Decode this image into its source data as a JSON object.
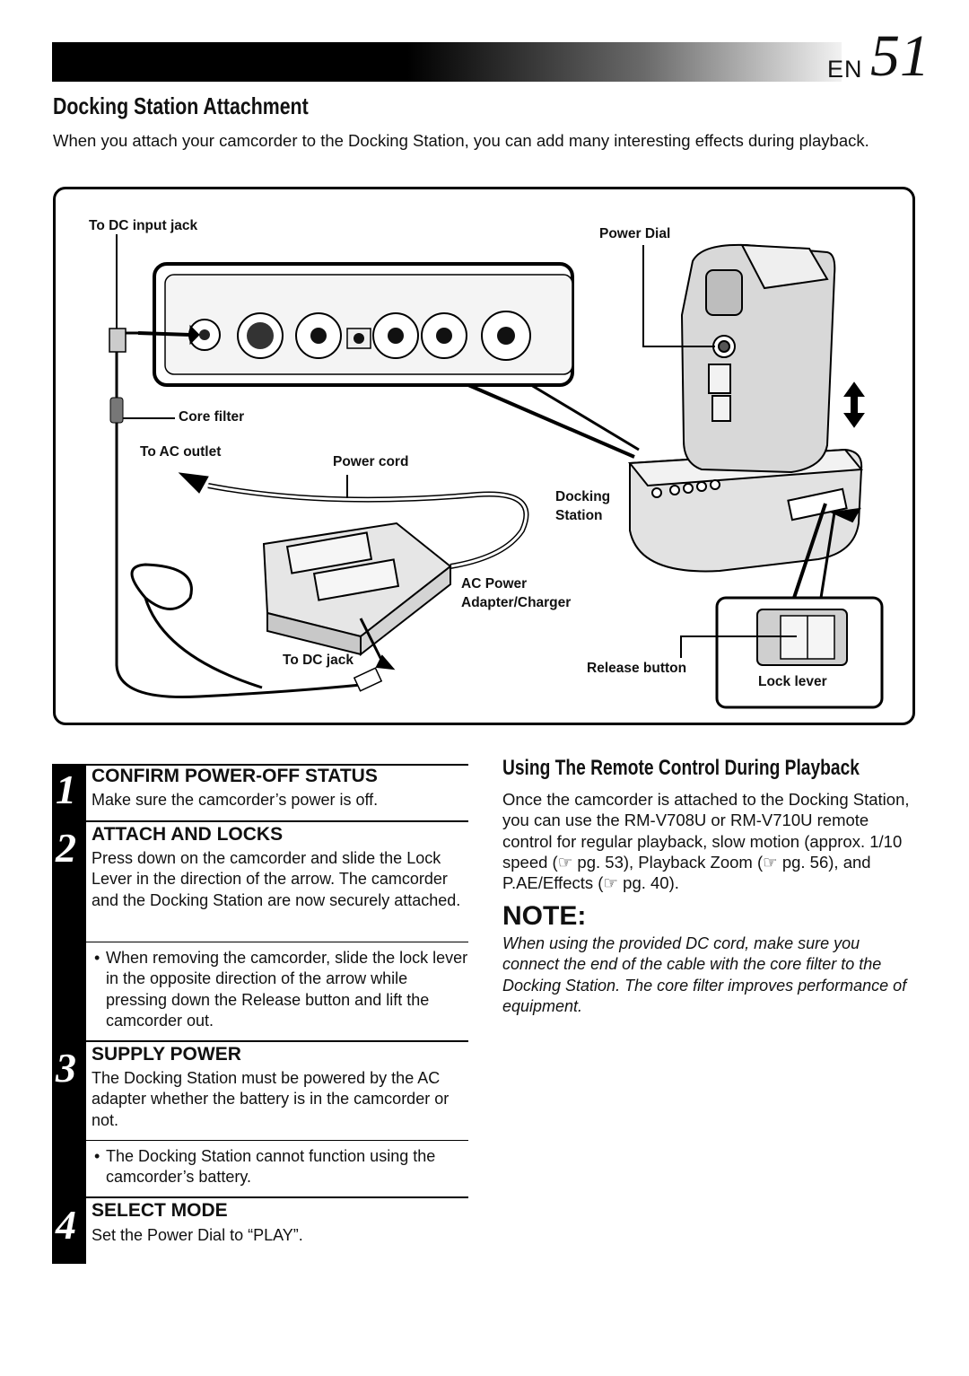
{
  "page": {
    "lang_label": "EN",
    "number": "51"
  },
  "section": {
    "title": "Docking Station Attachment",
    "intro": "When you attach your camcorder to the Docking Station, you can add many interesting effects during playback."
  },
  "figure": {
    "labels": {
      "to_dc_input_jack": "To DC input jack",
      "power_dial": "Power Dial",
      "core_filter": "Core filter",
      "to_ac_outlet": "To AC outlet",
      "power_cord": "Power cord",
      "docking": "Docking",
      "station": "Station",
      "ac_power": "AC Power",
      "adapter_charger": "Adapter/Charger",
      "to_dc_jack": "To DC jack",
      "release_button": "Release button",
      "lock_lever": "Lock lever"
    }
  },
  "steps": [
    {
      "number": "1",
      "heading": "CONFIRM POWER-OFF STATUS",
      "text": "Make sure the camcorder’s power is off."
    },
    {
      "number": "2",
      "heading": "ATTACH AND LOCKS",
      "text": "Press down on the camcorder and slide the Lock Lever in the direction of the arrow. The camcorder and the Docking Station are now securely attached.",
      "bullet": "When removing the camcorder, slide the lock lever in the opposite direction of the arrow while pressing down the Release button and lift the camcorder out."
    },
    {
      "number": "3",
      "heading": "SUPPLY POWER",
      "text": "The Docking Station must be powered by the AC adapter whether the battery is in the camcorder or not.",
      "bullet": "The Docking Station cannot function using the camcorder’s battery."
    },
    {
      "number": "4",
      "heading": "SELECT MODE",
      "text": "Set the Power Dial to “PLAY”."
    }
  ],
  "remote": {
    "title": "Using The Remote Control During Playback",
    "text": "Once the camcorder is attached to the Docking Station, you can use the RM-V708U or RM-V710U remote control for regular playback, slow motion (approx. 1/10 speed (☞ pg. 53), Playback Zoom (☞ pg. 56), and P.AE/Effects (☞ pg. 40)."
  },
  "note": {
    "heading": "NOTE:",
    "text": "When using the provided DC cord, make sure you connect the end of the cable with the core filter to the Docking Station. The core filter improves performance of equipment."
  }
}
